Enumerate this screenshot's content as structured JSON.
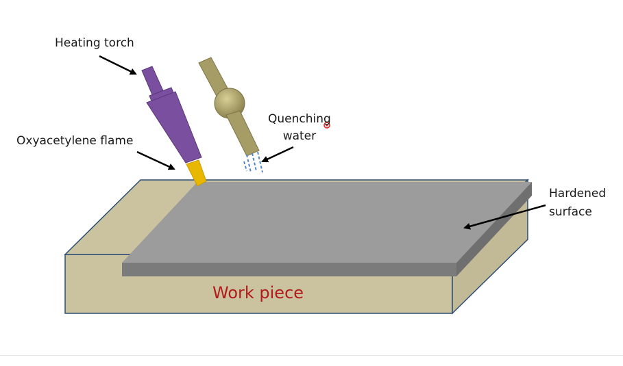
{
  "diagram": {
    "labels": {
      "heating_torch": "Heating torch",
      "flame": "Oxyacetylene flame",
      "quenching_line1": "Quenching",
      "quenching_line2": "water",
      "hardened_line1": "Hardened",
      "hardened_line2": "surface",
      "work_piece": "Work piece"
    },
    "colors": {
      "workpiece_fill": "#cbc3a0",
      "workpiece_outline": "#2c4d74",
      "hardened_top": "#9c9c9c",
      "hardened_side": "#6f6f6f",
      "torch": "#7b4fa0",
      "flame": "#e8b800",
      "quench_nozzle": "#a69c66",
      "water": "#4f86c6",
      "work_piece_text": "#b31b1b"
    }
  }
}
